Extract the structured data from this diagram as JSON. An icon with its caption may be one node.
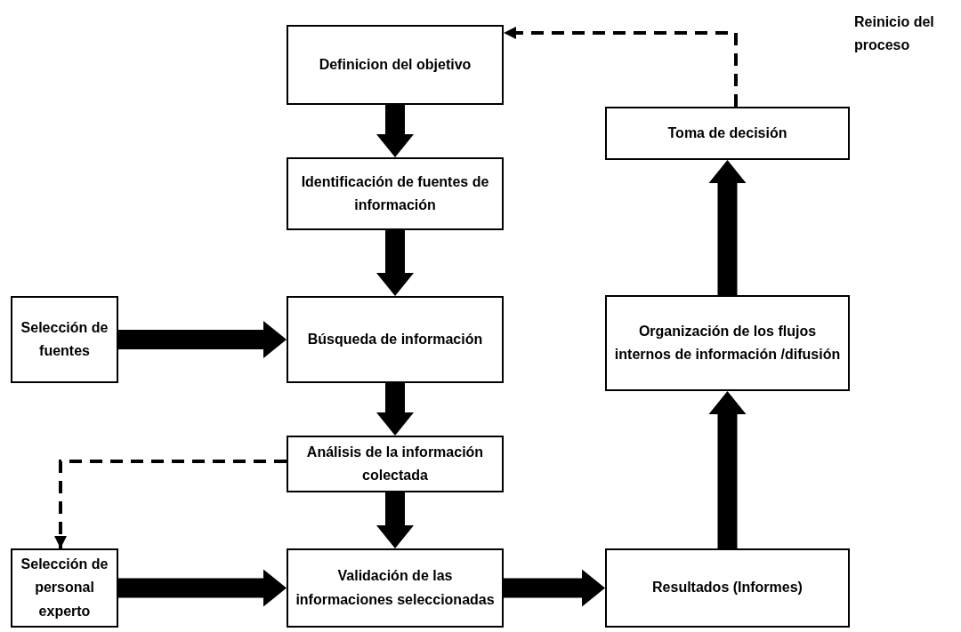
{
  "diagram": {
    "nodes": [
      {
        "text": [
          "Definicion del objetivo"
        ]
      },
      {
        "text": [
          "Identificación de fuentes de información"
        ]
      },
      {
        "text": [
          "Búsqueda de información"
        ]
      },
      {
        "text": [
          "Análisis de la información colectada"
        ]
      },
      {
        "text": [
          "Validación de las informaciones seleccionadas"
        ]
      },
      {
        "text": [
          "Selección de fuentes"
        ]
      },
      {
        "text": [
          "Selección de personal experto"
        ]
      },
      {
        "text": [
          "Resultados (Informes)"
        ]
      },
      {
        "text": [
          "Organización de los flujos internos de información /difusión"
        ]
      },
      {
        "text": [
          "Toma de decisión"
        ]
      }
    ],
    "edges": [
      {
        "from": 0,
        "to": 1,
        "arrow": "to",
        "style": "thick"
      },
      {
        "from": 1,
        "to": 2,
        "arrow": "to",
        "style": "thick"
      },
      {
        "from": 5,
        "to": 2,
        "arrow": "to",
        "style": "thick"
      },
      {
        "from": 2,
        "to": 3,
        "arrow": "to",
        "style": "thick"
      },
      {
        "from": 3,
        "to": 4,
        "arrow": "to",
        "style": "thick"
      },
      {
        "from": 3,
        "to": 6,
        "arrow": "to",
        "style": "dashed"
      },
      {
        "from": 6,
        "to": 4,
        "arrow": "to",
        "style": "thick"
      },
      {
        "from": 4,
        "to": 7,
        "arrow": "to",
        "style": "thick"
      },
      {
        "from": 7,
        "to": 8,
        "arrow": "to",
        "style": "thick"
      },
      {
        "from": 8,
        "to": 9,
        "arrow": "to",
        "style": "thick"
      },
      {
        "from": 9,
        "to": 0,
        "arrow": "to",
        "style": "dashed"
      }
    ],
    "labels": [
      "Reinicio del proceso"
    ]
  }
}
